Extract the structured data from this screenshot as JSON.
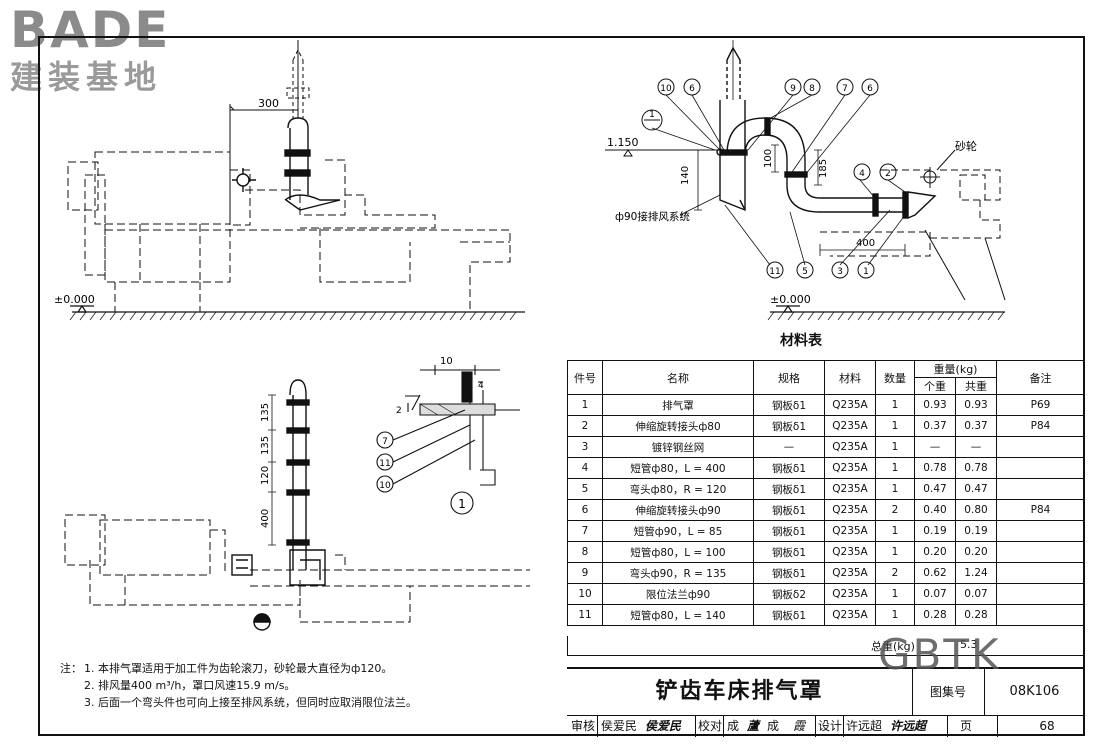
{
  "brand": {
    "logo": "BADE",
    "subtitle": "建装基地"
  },
  "watermark": "GBTK",
  "side_view": {
    "dim_300": "300",
    "ground": "±0.000"
  },
  "detail_view": {
    "elev_1150": "1.150",
    "ground": "±0.000",
    "dim_140": "140",
    "dim_100": "100",
    "dim_185": "185",
    "dim_400": "400",
    "grinding_wheel": "砂轮",
    "duct_label": "ф90接排风系统",
    "callouts_top": [
      "10",
      "6",
      "9",
      "8",
      "7",
      "6"
    ],
    "callouts_right": [
      "4",
      "2"
    ],
    "callouts_bottom": [
      "11",
      "5",
      "3",
      "1"
    ],
    "detail_ref": "1"
  },
  "plan_view": {
    "dim_135a": "135",
    "dim_135b": "135",
    "dim_120": "120",
    "dim_400": "400"
  },
  "flange_detail": {
    "dim_10": "10",
    "dim_4": "4",
    "dim_2": "2",
    "callouts": [
      "7",
      "11",
      "10"
    ],
    "ref": "1"
  },
  "materials": {
    "title": "材料表",
    "headers": {
      "no": "件号",
      "name": "名称",
      "spec": "规格",
      "material": "材料",
      "qty": "数量",
      "weight": "重量(kg)",
      "unit": "个重",
      "total": "共重",
      "note": "备注"
    },
    "rows": [
      {
        "no": "1",
        "name": "排气罩",
        "spec": "钢板δ1",
        "material": "Q235A",
        "qty": "1",
        "unit": "0.93",
        "total": "0.93",
        "note": "P69"
      },
      {
        "no": "2",
        "name": "伸缩旋转接头ф80",
        "spec": "钢板δ1",
        "material": "Q235A",
        "qty": "1",
        "unit": "0.37",
        "total": "0.37",
        "note": "P84"
      },
      {
        "no": "3",
        "name": "镀锌钢丝网",
        "spec": "—",
        "material": "Q235A",
        "qty": "1",
        "unit": "—",
        "total": "—",
        "note": ""
      },
      {
        "no": "4",
        "name": "短管ф80，L = 400",
        "spec": "钢板δ1",
        "material": "Q235A",
        "qty": "1",
        "unit": "0.78",
        "total": "0.78",
        "note": ""
      },
      {
        "no": "5",
        "name": "弯头ф80，R = 120",
        "spec": "钢板δ1",
        "material": "Q235A",
        "qty": "1",
        "unit": "0.47",
        "total": "0.47",
        "note": ""
      },
      {
        "no": "6",
        "name": "伸缩旋转接头ф90",
        "spec": "钢板δ1",
        "material": "Q235A",
        "qty": "2",
        "unit": "0.40",
        "total": "0.80",
        "note": "P84"
      },
      {
        "no": "7",
        "name": "短管ф90，L = 85",
        "spec": "钢板δ1",
        "material": "Q235A",
        "qty": "1",
        "unit": "0.19",
        "total": "0.19",
        "note": ""
      },
      {
        "no": "8",
        "name": "短管ф80，L = 100",
        "spec": "钢板δ1",
        "material": "Q235A",
        "qty": "1",
        "unit": "0.20",
        "total": "0.20",
        "note": ""
      },
      {
        "no": "9",
        "name": "弯头ф90，R = 135",
        "spec": "钢板δ1",
        "material": "Q235A",
        "qty": "2",
        "unit": "0.62",
        "total": "1.24",
        "note": ""
      },
      {
        "no": "10",
        "name": "限位法兰ф90",
        "spec": "钢板δ2",
        "material": "Q235A",
        "qty": "1",
        "unit": "0.07",
        "total": "0.07",
        "note": ""
      },
      {
        "no": "11",
        "name": "短管ф80，L = 140",
        "spec": "钢板δ1",
        "material": "Q235A",
        "qty": "1",
        "unit": "0.28",
        "total": "0.28",
        "note": ""
      }
    ],
    "total_label": "总重(kg)",
    "total_value": "5.3"
  },
  "notes": {
    "head": "注：",
    "items": [
      "1.  本排气罩适用于加工件为齿轮滚刀，砂轮最大直径为ф120。",
      "2.  排风量400 m³/h，罩口风速15.9 m/s。",
      "3.  后面一个弯头件也可向上接至排风系统，但同时应取消限位法兰。"
    ]
  },
  "titleblock": {
    "title": "铲齿车床排气罩",
    "atlas_label": "图集号",
    "atlas_value": "08K106",
    "review": "审核",
    "reviewer": "侯爱民",
    "reviewer_sign": "侯爱民",
    "check": "校对",
    "checker": "成",
    "checker2": "蘆",
    "checker3": "成",
    "checker4": "霞",
    "design": "设计",
    "designer": "许远超",
    "designer_sign": "许远超",
    "page_label": "页",
    "page_value": "68"
  }
}
